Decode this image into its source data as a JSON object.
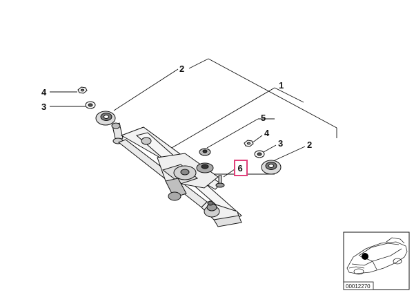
{
  "callouts": {
    "c2_top": "2",
    "c1": "1",
    "c4_left": "4",
    "c3_left": "3",
    "c5": "5",
    "c4_right": "4",
    "c3_right": "3",
    "c2_right": "2",
    "c6_highlighted": "6"
  },
  "highlight_color": "#e0407a",
  "inset": {
    "reference_number": "00012270"
  }
}
